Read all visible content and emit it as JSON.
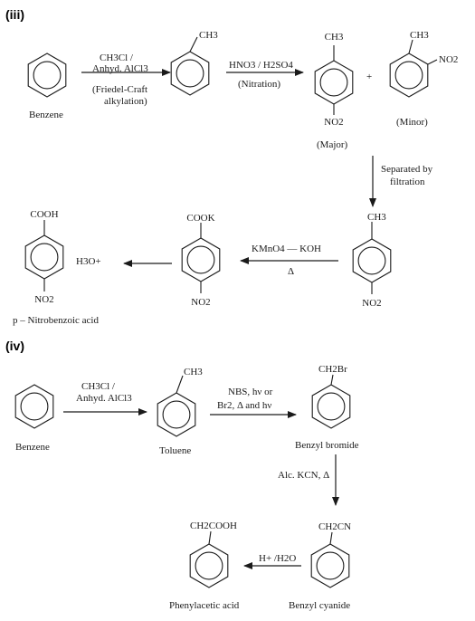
{
  "sections": [
    {
      "id": "iii",
      "label": "(iii)"
    },
    {
      "id": "iv",
      "label": "(iv)"
    }
  ],
  "compounds": {
    "benzene_1": "Benzene",
    "toluene_1_sub": "CH3",
    "p_nitrotoluene_top": "CH3",
    "p_nitrotoluene_bottom": "NO2",
    "p_nitrotoluene_note": "(Major)",
    "o_nitrotoluene_top": "CH3",
    "o_nitrotoluene_side": "NO2",
    "o_nitrotoluene_note": "(Minor)",
    "plus": "+",
    "sep_nitrotoluene_top": "CH3",
    "sep_nitrotoluene_bottom": "NO2",
    "k_salt_top": "COOK",
    "k_salt_bottom": "NO2",
    "acid_top": "COOH",
    "acid_bottom": "NO2",
    "acid_reagent": "H3O+",
    "acid_name": "p – Nitrobenzoic acid",
    "benzene_2": "Benzene",
    "toluene_2_sub": "CH3",
    "toluene_2": "Toluene",
    "benzyl_bromide_sub": "CH2Br",
    "benzyl_bromide": "Benzyl bromide",
    "benzyl_cyanide_sub": "CH2CN",
    "benzyl_cyanide": "Benzyl cyanide",
    "phenylacetic_sub": "CH2COOH",
    "phenylacetic": "Phenylacetic acid"
  },
  "reagents": {
    "r1_line1": "CH3Cl /",
    "r1_line2": "Anhyd. AlCl3",
    "r1_line3": "(Friedel-Craft",
    "r1_line4": "alkylation)",
    "r2_line1": "HNO3 / H2SO4",
    "r2_line2": "(Nitration)",
    "r3_line1": "Separated by",
    "r3_line2": "filtration",
    "r4_line1": "KMnO4 — KOH",
    "r4_line2": "Δ",
    "r5_line1": "CH3Cl /",
    "r5_line2": "Anhyd. AlCl3",
    "r6_line1": "NBS, hν or",
    "r6_line2": "Br2, Δ and hν",
    "r7_line1": "Alc. KCN, Δ",
    "r8_line1": "H+ /H2O"
  }
}
